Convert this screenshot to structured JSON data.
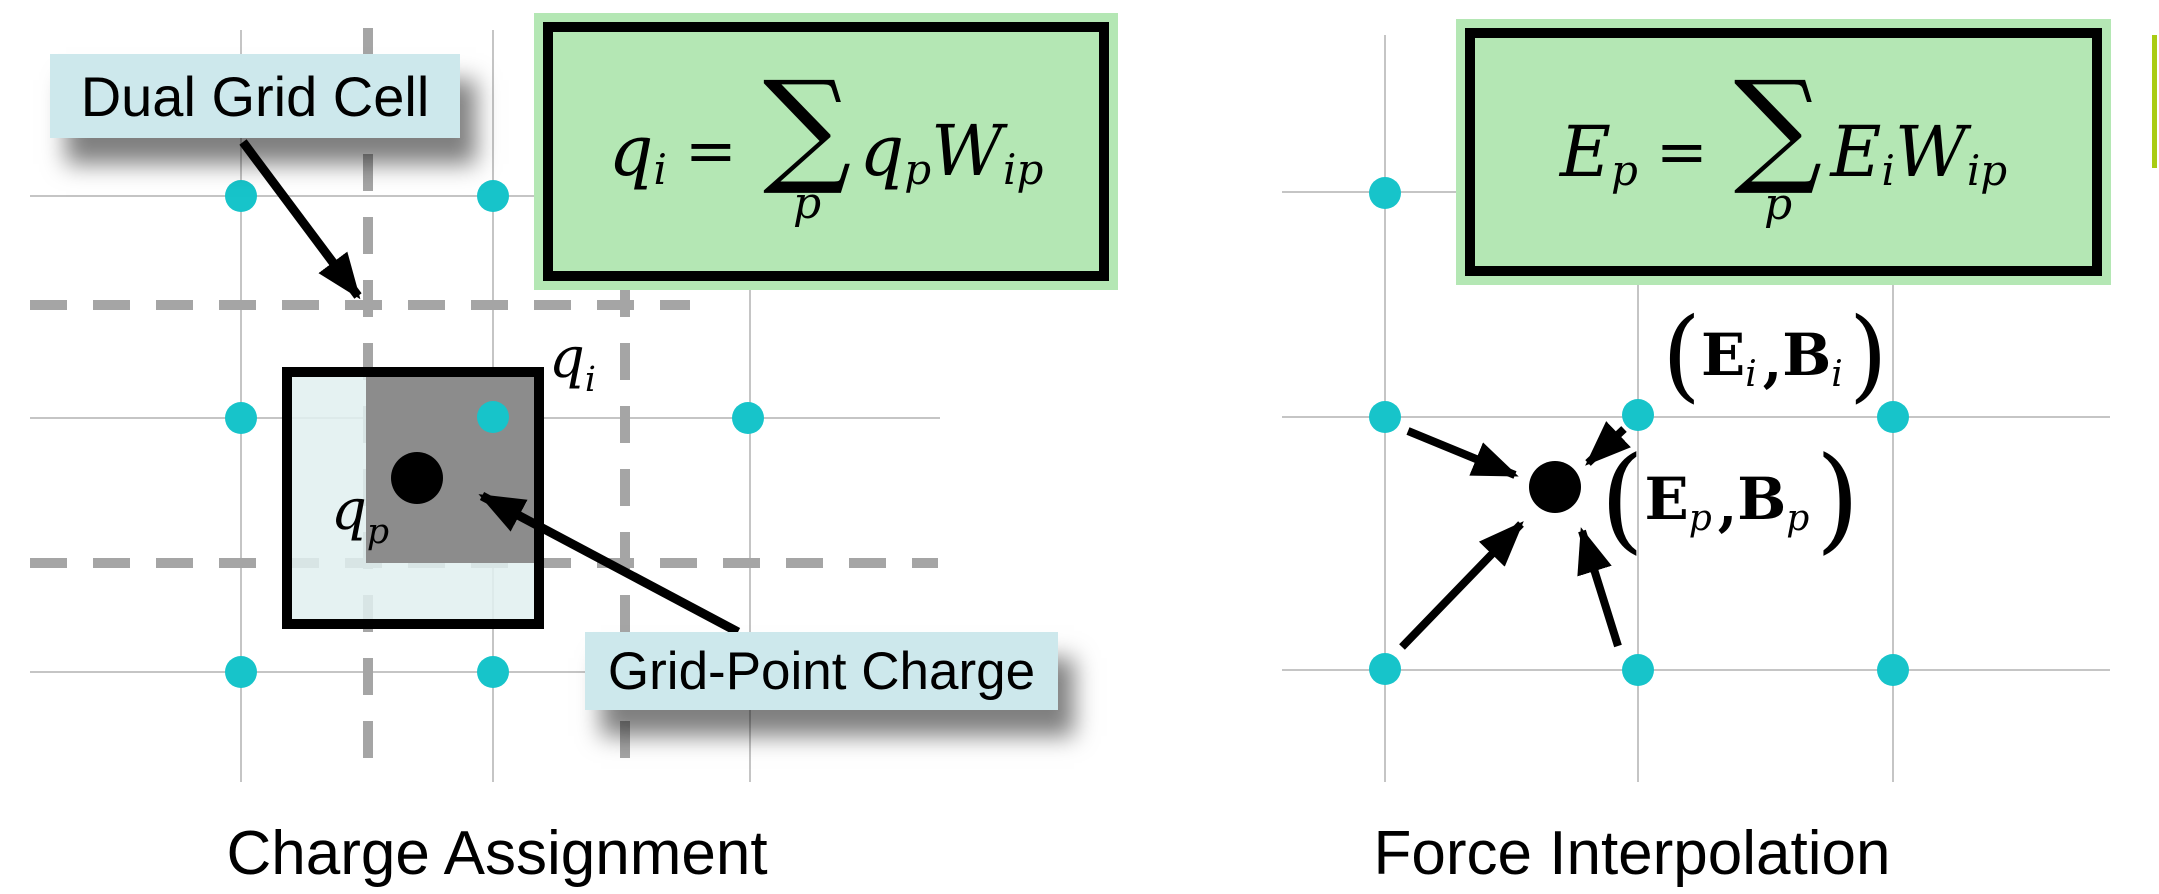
{
  "slide": {
    "left_panel": {
      "caption": "Charge Assignment",
      "callouts": {
        "dual_grid_cell": "Dual Grid Cell",
        "grid_point_charge": "Grid-Point Charge"
      },
      "point_labels": {
        "grid_charge_base": "q",
        "grid_charge_sub": "i",
        "particle_charge_base": "q",
        "particle_charge_sub": "p"
      },
      "formula": {
        "lhs_base": "q",
        "lhs_sub": "i",
        "equals": "=",
        "sum_symbol": "∑",
        "sum_limit": "p",
        "term1_base": "q",
        "term1_sub": "p",
        "term2_base": "W",
        "term2_sub": "ip"
      }
    },
    "right_panel": {
      "caption": "Force Interpolation",
      "field_labels": {
        "grid": {
          "open": "(",
          "e": "E",
          "e_sub": "i",
          "comma": ",",
          "b": "B",
          "b_sub": "i",
          "close": ")"
        },
        "particle": {
          "open": "(",
          "e": "E",
          "e_sub": "p",
          "comma": ",",
          "b": "B",
          "b_sub": "p",
          "close": ")"
        }
      },
      "formula": {
        "lhs_base": "E",
        "lhs_sub": "p",
        "equals": "=",
        "sum_symbol": "∑",
        "sum_limit": "p",
        "term1_base": "E",
        "term1_sub": "i",
        "term2_base": "W",
        "term2_sub": "ip"
      }
    },
    "colors": {
      "grid_point_cyan": "#17c4ca",
      "formula_box_green": "#b4e7b4",
      "callout_blue": "#cde8ec",
      "dual_cell_fill": "#e0f0f0",
      "weight_region_gray": "#8c8c8c",
      "grid_line_gray": "#c5c5c5",
      "dashed_dual_grid_gray": "#a5a5a5",
      "edge_accent_bar": "#a9cc13"
    }
  }
}
